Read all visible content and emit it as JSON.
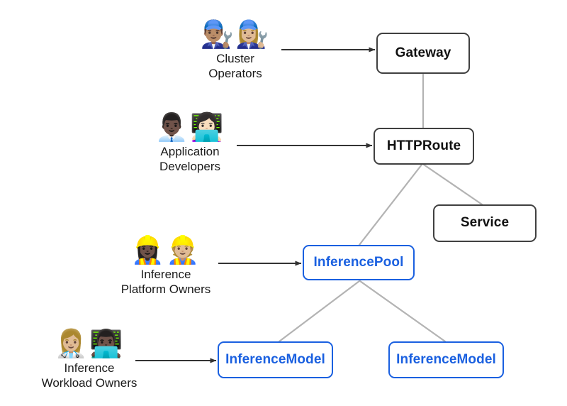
{
  "diagram": {
    "title": "Gateway API Inference Extension resource and persona diagram",
    "background_color": "#ffffff",
    "core_node_border_color": "#404040",
    "extension_node_color": "#1a60e0",
    "connector_color": "#b3b3b3",
    "arrow_color": "#333333"
  },
  "nodes": [
    {
      "id": "gateway",
      "label": "Gateway",
      "kind": "core"
    },
    {
      "id": "httproute",
      "label": "HTTPRoute",
      "kind": "core"
    },
    {
      "id": "service",
      "label": "Service",
      "kind": "core"
    },
    {
      "id": "inferencepool",
      "label": "InferencePool",
      "kind": "extension"
    },
    {
      "id": "inferencemodel1",
      "label": "InferenceModel",
      "kind": "extension"
    },
    {
      "id": "inferencemodel2",
      "label": "InferenceModel",
      "kind": "extension"
    }
  ],
  "personas": [
    {
      "id": "cluster-operators",
      "name": "Cluster\nOperators",
      "emoji": "👨🏽‍🔧👩🏼‍🔧",
      "icon_names": [
        "man-mechanic-icon",
        "woman-mechanic-icon"
      ],
      "targets": "gateway"
    },
    {
      "id": "application-developers",
      "name": "Application\nDevelopers",
      "emoji": "👨🏿‍💼👩🏻‍💻",
      "icon_names": [
        "man-office-worker-icon",
        "woman-technologist-icon"
      ],
      "targets": "httproute"
    },
    {
      "id": "inference-platform-owners",
      "name": "Inference\nPlatform Owners",
      "emoji": "👷🏿‍♀️👷🏼",
      "icon_names": [
        "woman-construction-worker-icon",
        "construction-worker-icon"
      ],
      "targets": "inferencepool"
    },
    {
      "id": "inference-workload-owners",
      "name": "Inference\nWorkload Owners",
      "emoji": "👩🏼‍⚕️👨🏿‍💻",
      "icon_names": [
        "woman-health-worker-icon",
        "man-technologist-icon"
      ],
      "targets": "inferencemodel1"
    }
  ],
  "connections": [
    {
      "from": "gateway",
      "to": "httproute",
      "style": "plain"
    },
    {
      "from": "httproute",
      "to": "service",
      "style": "plain"
    },
    {
      "from": "httproute",
      "to": "inferencepool",
      "style": "plain"
    },
    {
      "from": "inferencepool",
      "to": "inferencemodel1",
      "style": "plain"
    },
    {
      "from": "inferencepool",
      "to": "inferencemodel2",
      "style": "plain"
    }
  ]
}
